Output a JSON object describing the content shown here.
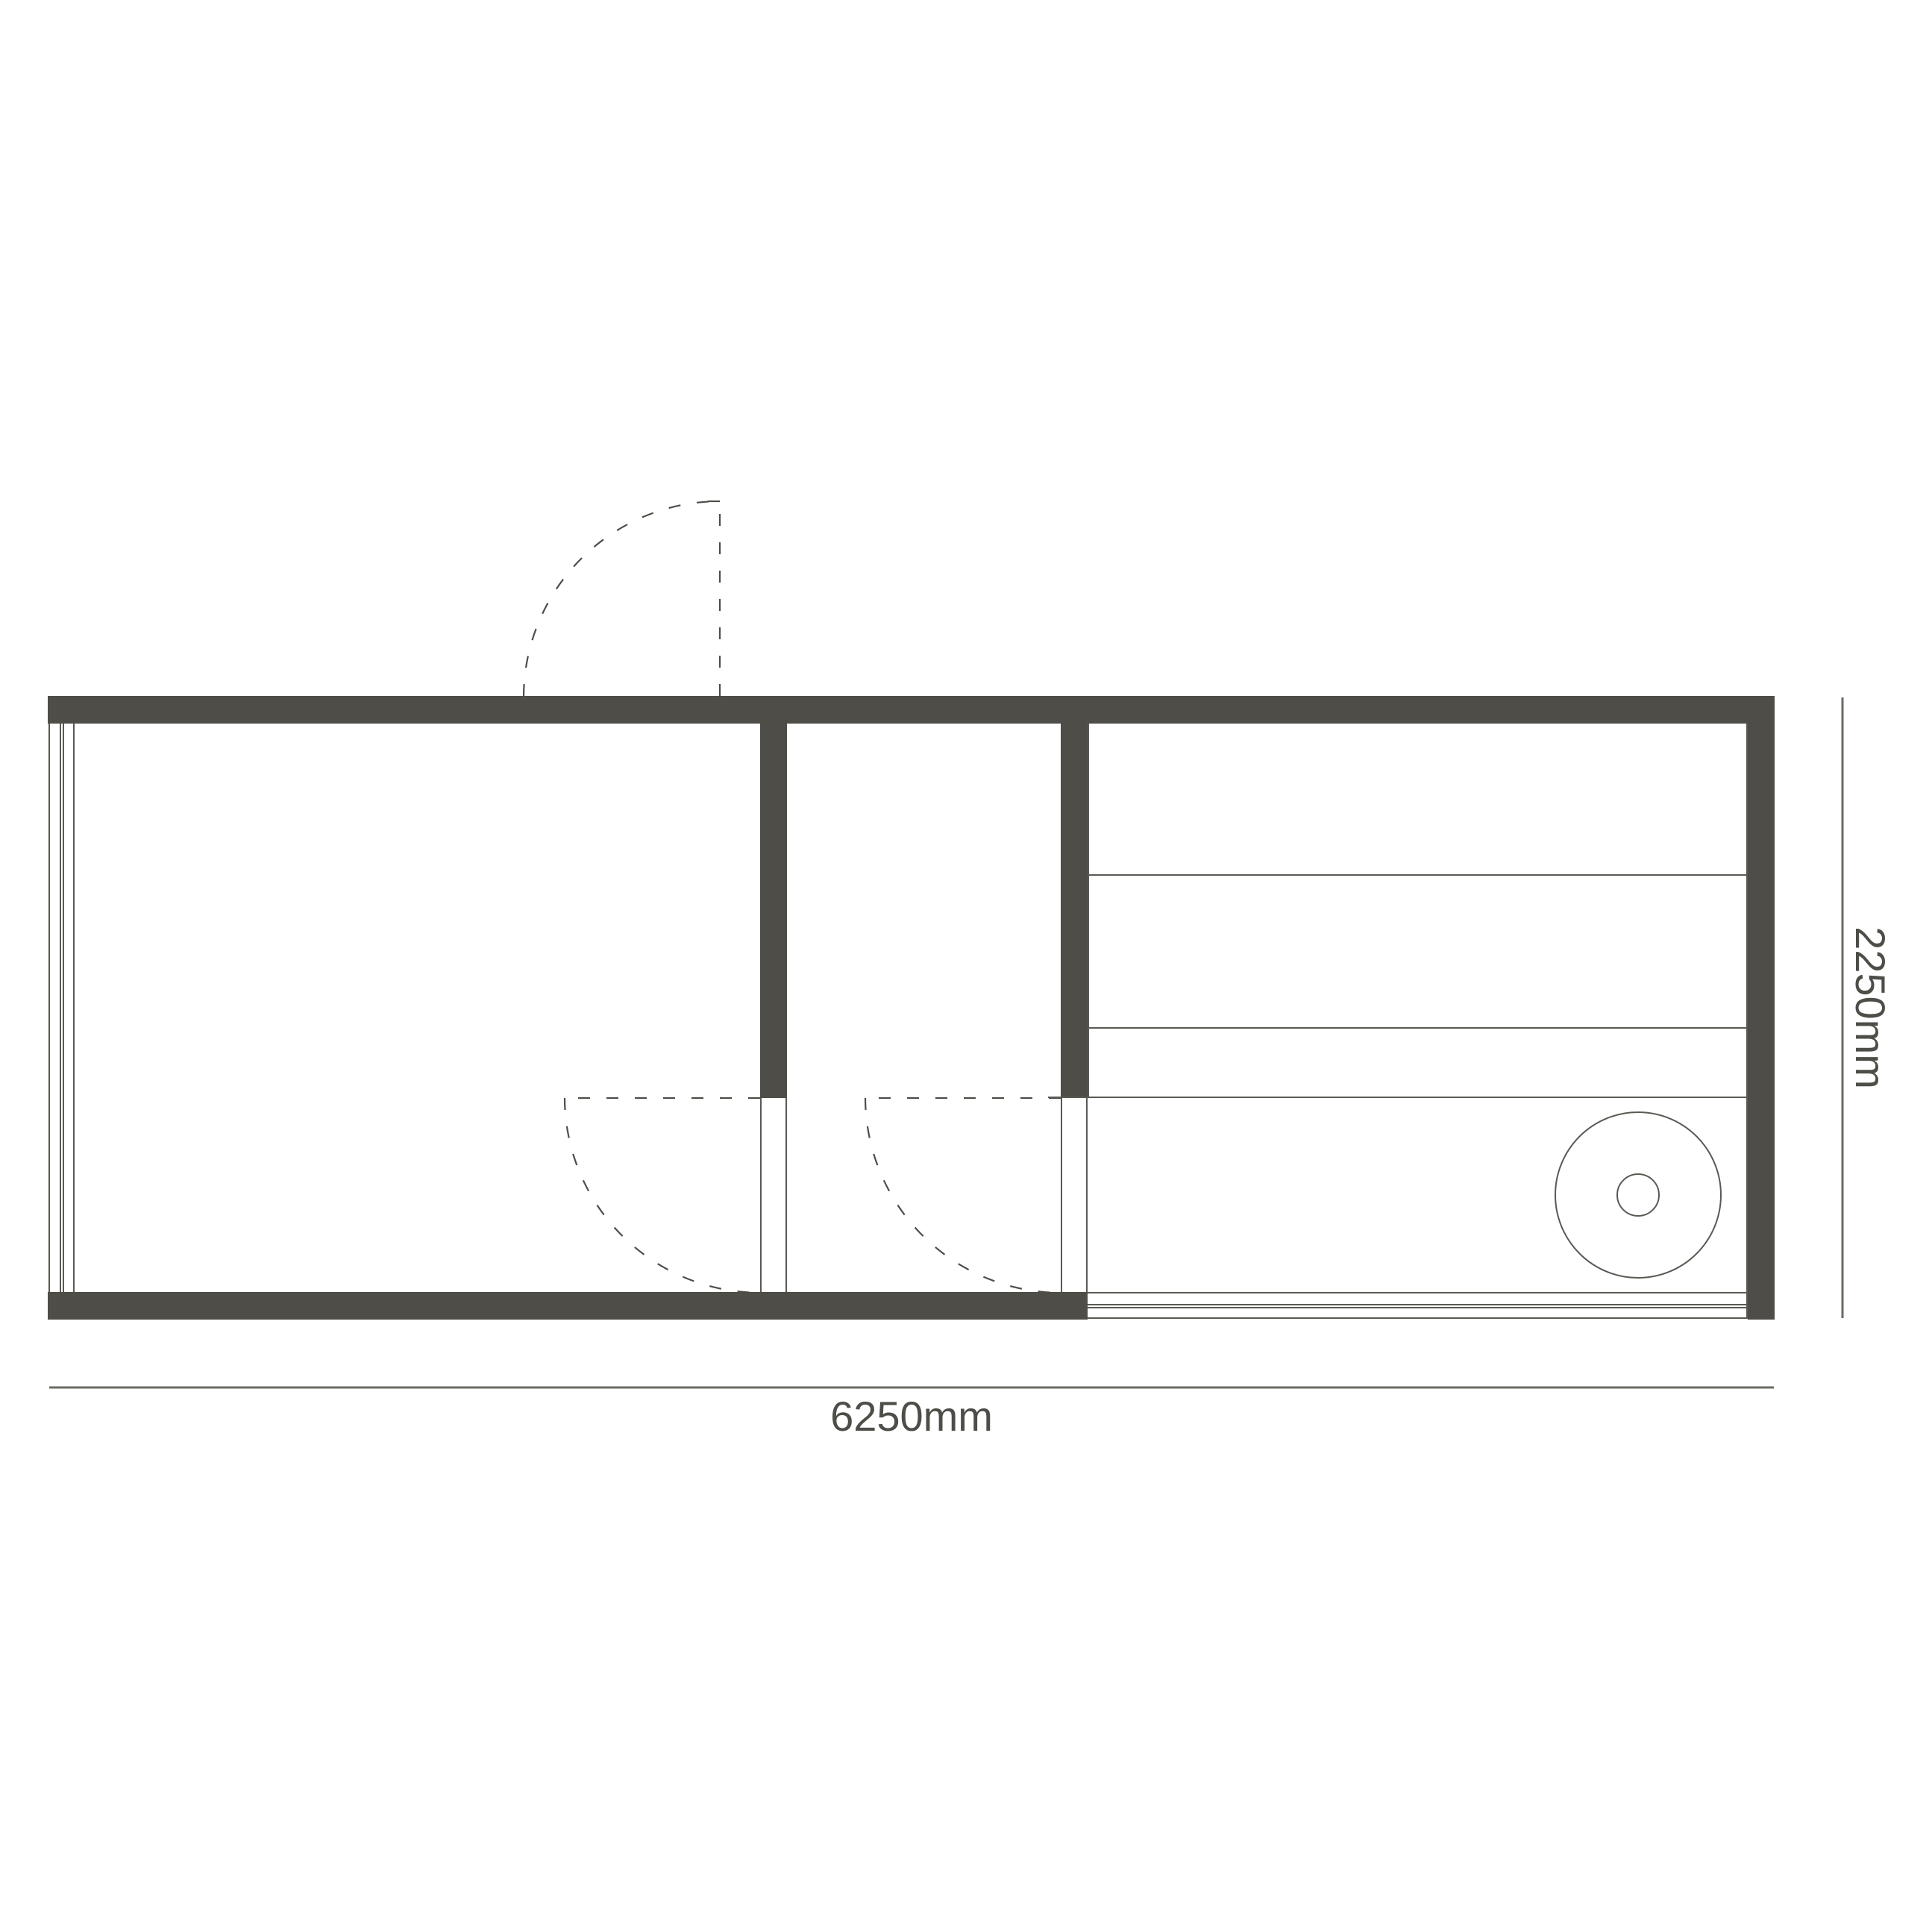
{
  "floor_plan": {
    "wall_color": "#4e4d47",
    "line_color": "#5a5953",
    "dimensions": {
      "width_label": "6250mm",
      "height_label": "2250mm"
    },
    "rooms": [
      {
        "name": "main-room",
        "doors": [
          "entrance-door",
          "room-door"
        ]
      },
      {
        "name": "middle-room",
        "doors": [
          "middle-door"
        ]
      },
      {
        "name": "right-room",
        "fixtures": [
          "shelf-line-1",
          "shelf-line-2",
          "round-fixture"
        ]
      }
    ]
  }
}
